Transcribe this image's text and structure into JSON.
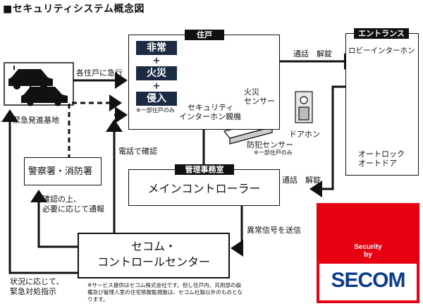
{
  "title": "■セキュリティシステム概念図",
  "residence": {
    "tag": "住戸",
    "hazards": [
      "非常",
      "火災",
      "侵入"
    ],
    "plus": "+",
    "hazard_note": "※一部住戸のみ",
    "intercom_label": [
      "セキュリティ",
      "インターホン親機"
    ],
    "fire_sensor": [
      "火災",
      "センサー"
    ],
    "door_phone": "ドアホン",
    "crime_sensor": "防犯センサー",
    "crime_sensor_note": "※一部住戸のみ"
  },
  "entrance": {
    "tag": "エントランス",
    "lobby_intercom": "ロビーインターホン",
    "auto_lock": [
      "オートロック",
      "オートドア"
    ]
  },
  "management": {
    "tag": "管理事務室",
    "controller": "メインコントローラー"
  },
  "police_fire": "警察署・消防署",
  "secom_center": [
    "セコム・",
    "コントロールセンター"
  ],
  "dispatch_base": "緊急発進基地",
  "flows": {
    "rush_to_units": "各住戸に急行",
    "talk_unlock_top": "通話　解錠",
    "talk_unlock_bottom": "通話　解錠",
    "phone_confirm": "電話で確認",
    "confirm_notify": [
      "確認の上、",
      "必要に応じて通報"
    ],
    "abnormal_signal": "異常信号を送信",
    "emergency_instruct": [
      "状況に応じて、",
      "緊急対処指示"
    ]
  },
  "footnote": "※サービス提供はセコム株式会社です。但し住戸内、共用部の設備及び管理人室の住宅情報監視盤は、セコム社製以外のものとなります。",
  "logo": {
    "security_by": [
      "Security",
      "by"
    ],
    "wordmark": "SECOM",
    "colors": {
      "red": "#e60012",
      "blue": "#0b3c8c"
    }
  }
}
